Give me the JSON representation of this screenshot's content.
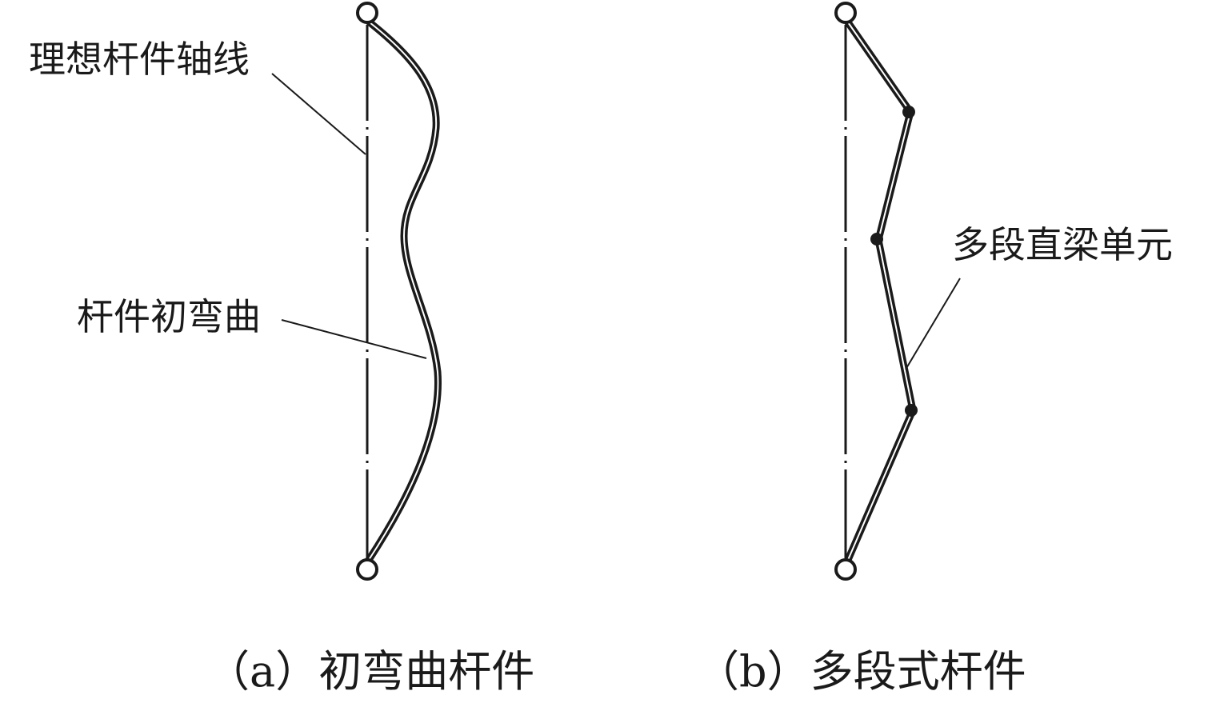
{
  "panel_a": {
    "callout_axis": "理想杆件轴线",
    "callout_curve": "杆件初弯曲",
    "caption": "（a）初弯曲杆件"
  },
  "panel_b": {
    "callout_segments": "多段直梁单元",
    "caption": "（b）多段式杆件",
    "segment_joint_count": 3
  },
  "colors": {
    "ink": "#1a1a1a",
    "background": "#ffffff"
  }
}
